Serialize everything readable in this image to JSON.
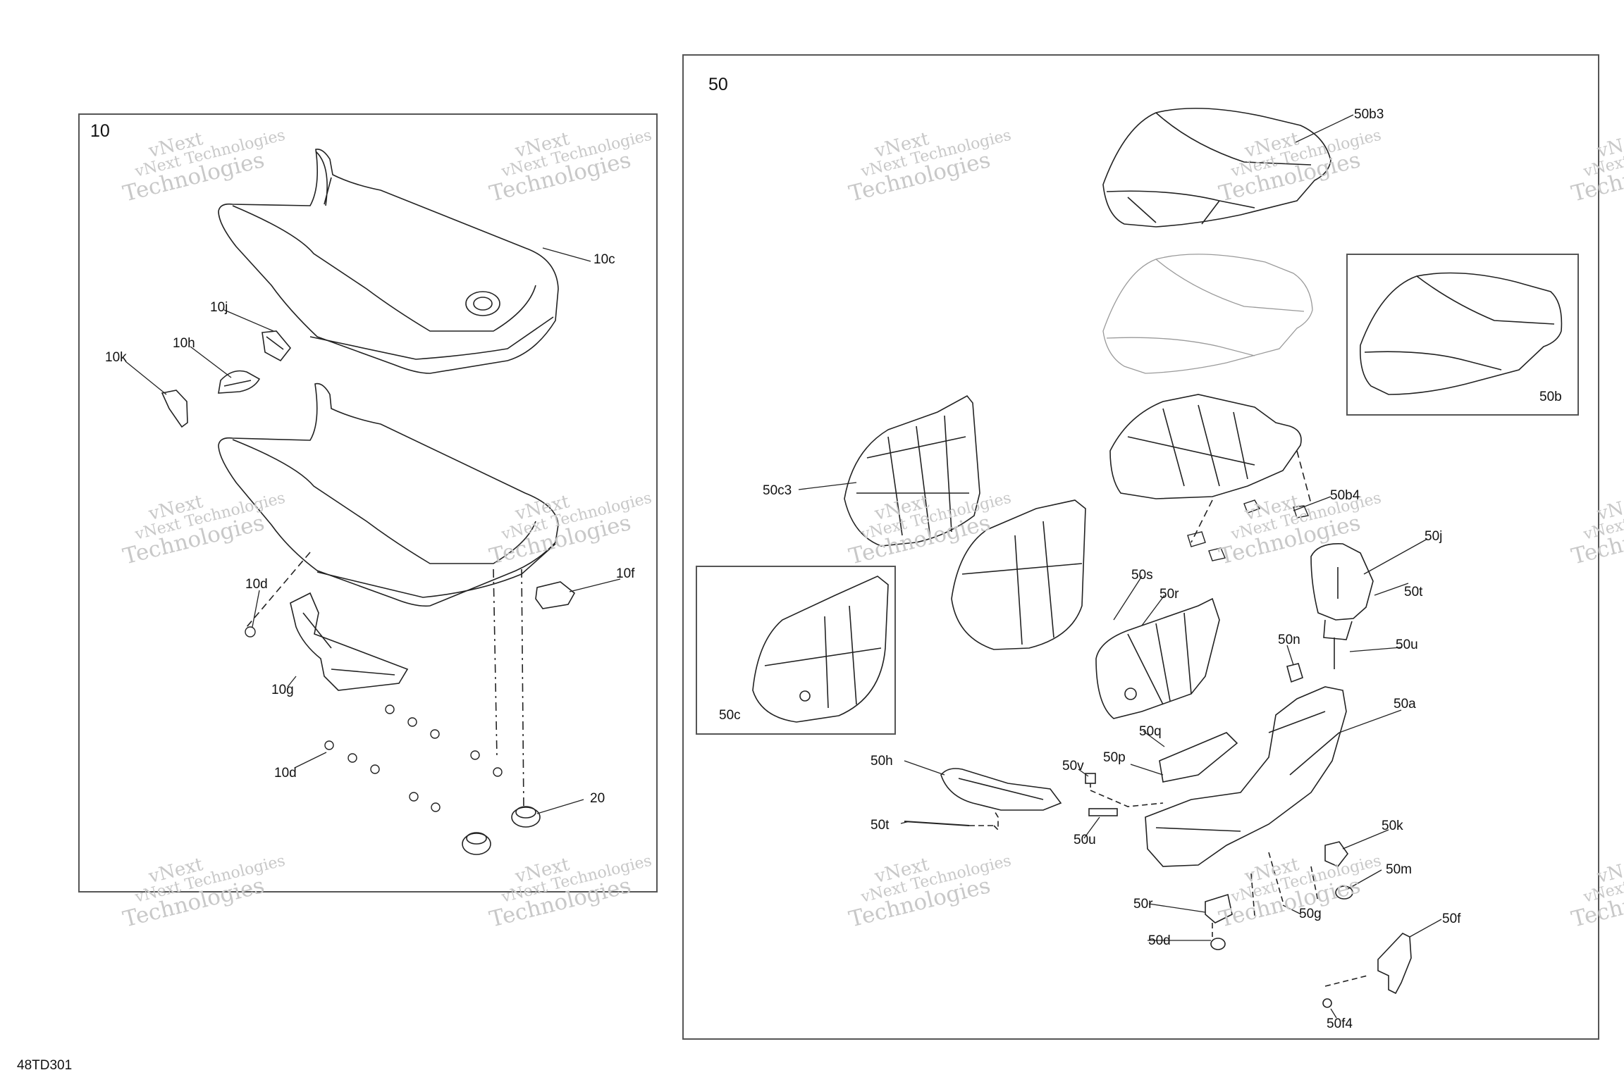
{
  "diagram_code": "48TD301",
  "watermark": {
    "line1": "vNext",
    "line2": "vNext Technologies",
    "line3": "Technologies"
  },
  "panels": {
    "group_10": "10",
    "group_50": "50",
    "inset_50c": "50c",
    "inset_50b": "50b"
  },
  "callouts": {
    "c10c": "10c",
    "c10j": "10j",
    "c10h": "10h",
    "c10k": "10k",
    "c10d_a": "10d",
    "c10d_b": "10d",
    "c10g": "10g",
    "c10f": "10f",
    "c20": "20",
    "c50b3": "50b3",
    "c50b4": "50b4",
    "c50c3": "50c3",
    "c50j": "50j",
    "c50t_a": "50t",
    "c50s": "50s",
    "c50r_a": "50r",
    "c50n": "50n",
    "c50u_a": "50u",
    "c50a": "50a",
    "c50q": "50q",
    "c50p": "50p",
    "c50v": "50v",
    "c50h": "50h",
    "c50t_b": "50t",
    "c50u_b": "50u",
    "c50k": "50k",
    "c50m": "50m",
    "c50r_b": "50r",
    "c50g": "50g",
    "c50d": "50d",
    "c50f": "50f",
    "c50f4": "50f4"
  }
}
